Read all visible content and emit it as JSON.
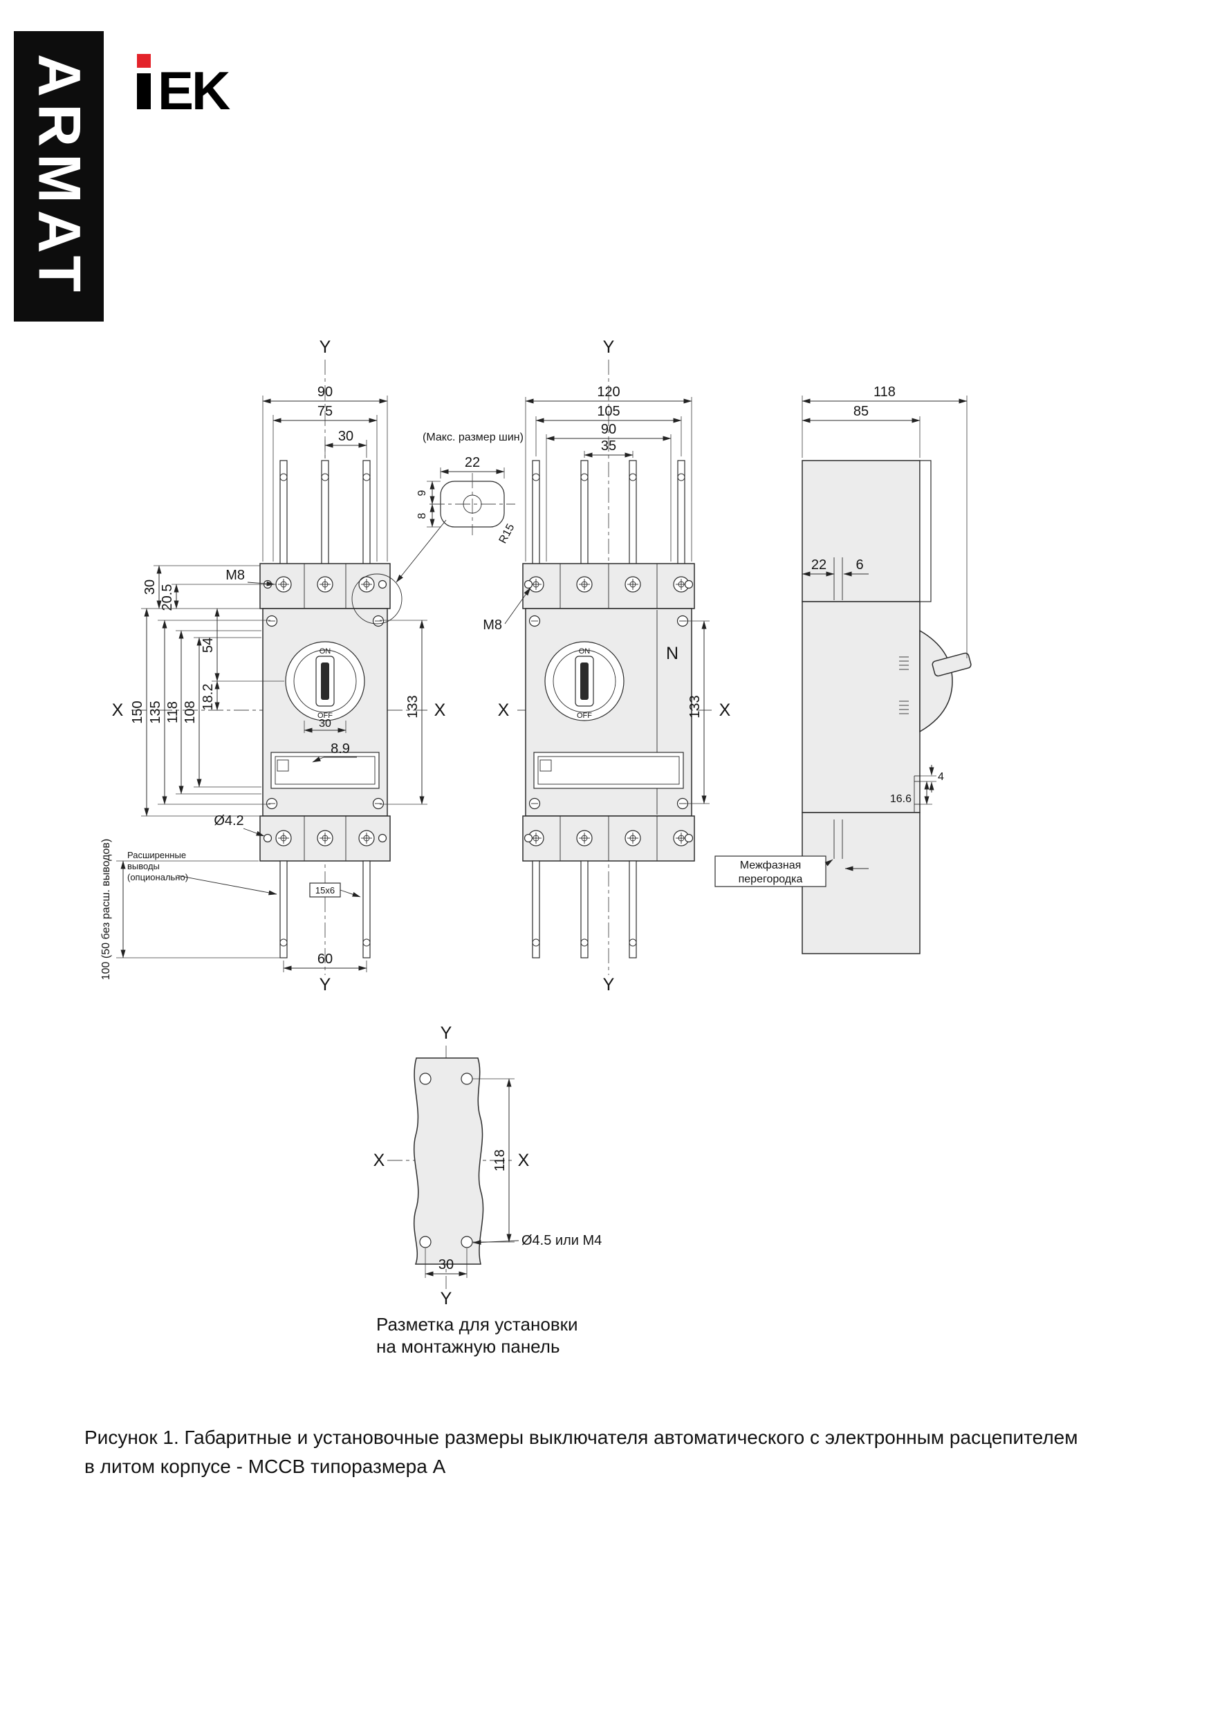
{
  "brand": {
    "banner": "ARMAT",
    "logo_ek": "EK"
  },
  "detail": {
    "title": "(Макс. размер шин)",
    "d22": "22",
    "d9": "9",
    "d8": "8",
    "r15": "R15"
  },
  "front": {
    "y_top": "Y",
    "y_bottom": "Y",
    "x_left": "X",
    "x_right": "X",
    "d90": "90",
    "d75": "75",
    "d30_top": "30",
    "m8": "M8",
    "d30_tl": "30",
    "d20_5": "20.5",
    "d150": "150",
    "d135": "135",
    "d118": "118",
    "d108": "108",
    "d54": "54",
    "d18_2": "18.2",
    "d30_handle": "30",
    "d8_9": "8.9",
    "d133": "133",
    "dia": "Ø4.2",
    "d60": "60",
    "d15x6": "15x6",
    "on": "ON",
    "off": "OFF",
    "ext1": "Расширенные",
    "ext2": "выводы",
    "ext3": "(опционально)",
    "note_rot": "100 (50 без расш. выводов)"
  },
  "middle": {
    "y_top": "Y",
    "y_bottom": "Y",
    "x_left": "X",
    "x_right": "X",
    "d120": "120",
    "d105": "105",
    "d90": "90",
    "d35": "35",
    "m8": "M8",
    "n": "N",
    "d133": "133",
    "on": "ON",
    "off": "OFF"
  },
  "side": {
    "d118": "118",
    "d85": "85",
    "d22": "22",
    "d6": "6",
    "d4": "4",
    "d16_6": "16.6",
    "part1": "Межфазная",
    "part2": "перегородка"
  },
  "mount": {
    "y_top": "Y",
    "y_bottom": "Y",
    "x_left": "X",
    "x_right": "X",
    "d118": "118",
    "d30": "30",
    "hole": "Ø4.5 или M4",
    "cap1": "Разметка для установки",
    "cap2": "на монтажную панель"
  },
  "figure": {
    "line1": "Рисунок 1. Габаритные и установочные размеры выключателя автоматического с электронным расцепителем",
    "line2": "в литом корпусе - MCCB типоразмера А"
  }
}
